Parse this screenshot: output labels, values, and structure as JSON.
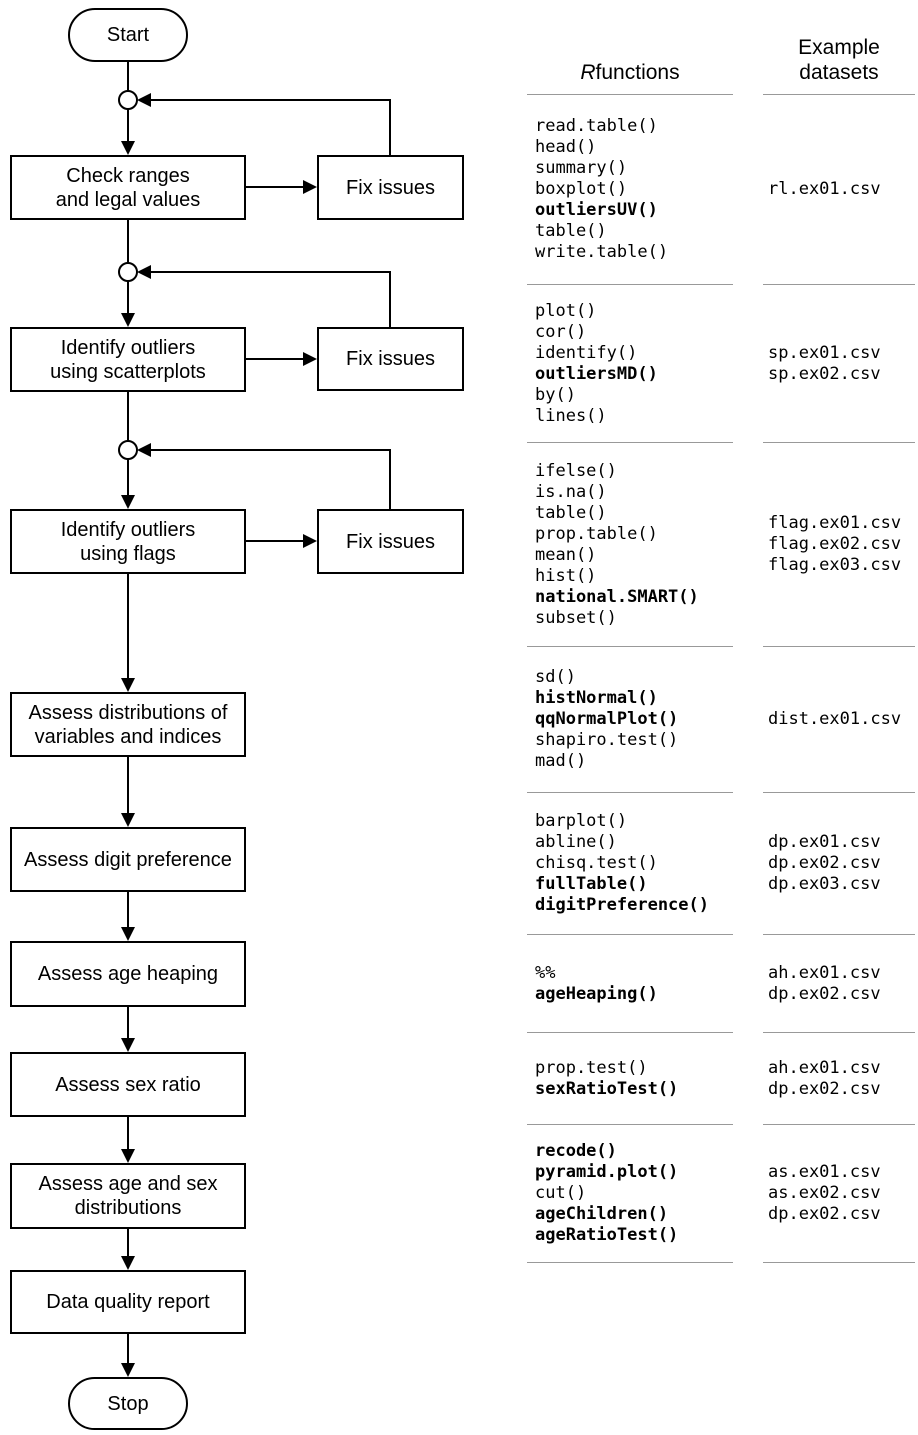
{
  "flowchart": {
    "start_label": "Start",
    "stop_label": "Stop",
    "fix_label": "Fix issues",
    "boxes": [
      "Check ranges\nand legal values",
      "Identify outliers\nusing scatterplots",
      "Identify outliers\nusing flags",
      "Assess distributions of\nvariables and indices",
      "Assess digit preference",
      "Assess age heaping",
      "Assess sex ratio",
      "Assess age and sex\ndistributions",
      "Data quality report"
    ]
  },
  "panel": {
    "functions_header_italic": "R",
    "functions_header_rest": " functions",
    "datasets_header": "Example\ndatasets",
    "sections": [
      {
        "functions": [
          {
            "name": "read.table()",
            "bold": false
          },
          {
            "name": "head()",
            "bold": false
          },
          {
            "name": "summary()",
            "bold": false
          },
          {
            "name": "boxplot()",
            "bold": false
          },
          {
            "name": "outliersUV()",
            "bold": true
          },
          {
            "name": "table()",
            "bold": false
          },
          {
            "name": "write.table()",
            "bold": false
          }
        ],
        "datasets": [
          "rl.ex01.csv"
        ]
      },
      {
        "functions": [
          {
            "name": "plot()",
            "bold": false
          },
          {
            "name": "cor()",
            "bold": false
          },
          {
            "name": "identify()",
            "bold": false
          },
          {
            "name": "outliersMD()",
            "bold": true
          },
          {
            "name": "by()",
            "bold": false
          },
          {
            "name": "lines()",
            "bold": false
          }
        ],
        "datasets": [
          "sp.ex01.csv",
          "sp.ex02.csv"
        ]
      },
      {
        "functions": [
          {
            "name": "ifelse()",
            "bold": false
          },
          {
            "name": "is.na()",
            "bold": false
          },
          {
            "name": "table()",
            "bold": false
          },
          {
            "name": "prop.table()",
            "bold": false
          },
          {
            "name": "mean()",
            "bold": false
          },
          {
            "name": "hist()",
            "bold": false
          },
          {
            "name": "national.SMART()",
            "bold": true
          },
          {
            "name": "subset()",
            "bold": false
          }
        ],
        "datasets": [
          "flag.ex01.csv",
          "flag.ex02.csv",
          "flag.ex03.csv"
        ]
      },
      {
        "functions": [
          {
            "name": "sd()",
            "bold": false
          },
          {
            "name": "histNormal()",
            "bold": true
          },
          {
            "name": "qqNormalPlot()",
            "bold": true
          },
          {
            "name": "shapiro.test()",
            "bold": false
          },
          {
            "name": "mad()",
            "bold": false
          }
        ],
        "datasets": [
          "dist.ex01.csv"
        ]
      },
      {
        "functions": [
          {
            "name": "barplot()",
            "bold": false
          },
          {
            "name": "abline()",
            "bold": false
          },
          {
            "name": "chisq.test()",
            "bold": false
          },
          {
            "name": "fullTable()",
            "bold": true
          },
          {
            "name": "digitPreference()",
            "bold": true
          }
        ],
        "datasets": [
          "dp.ex01.csv",
          "dp.ex02.csv",
          "dp.ex03.csv"
        ]
      },
      {
        "functions": [
          {
            "name": "%%",
            "bold": false
          },
          {
            "name": "ageHeaping()",
            "bold": true
          }
        ],
        "datasets": [
          "ah.ex01.csv",
          "dp.ex02.csv"
        ]
      },
      {
        "functions": [
          {
            "name": "prop.test()",
            "bold": false
          },
          {
            "name": "sexRatioTest()",
            "bold": true
          }
        ],
        "datasets": [
          "ah.ex01.csv",
          "dp.ex02.csv"
        ]
      },
      {
        "functions": [
          {
            "name": "recode()",
            "bold": true
          },
          {
            "name": "pyramid.plot()",
            "bold": true
          },
          {
            "name": "cut()",
            "bold": false
          },
          {
            "name": "ageChildren()",
            "bold": true
          },
          {
            "name": "ageRatioTest()",
            "bold": true
          }
        ],
        "datasets": [
          "as.ex01.csv",
          "as.ex02.csv",
          "dp.ex02.csv"
        ]
      }
    ]
  },
  "colors": {
    "line": "#000000",
    "separator": "#999999",
    "text": "#000000",
    "background": "#ffffff"
  }
}
